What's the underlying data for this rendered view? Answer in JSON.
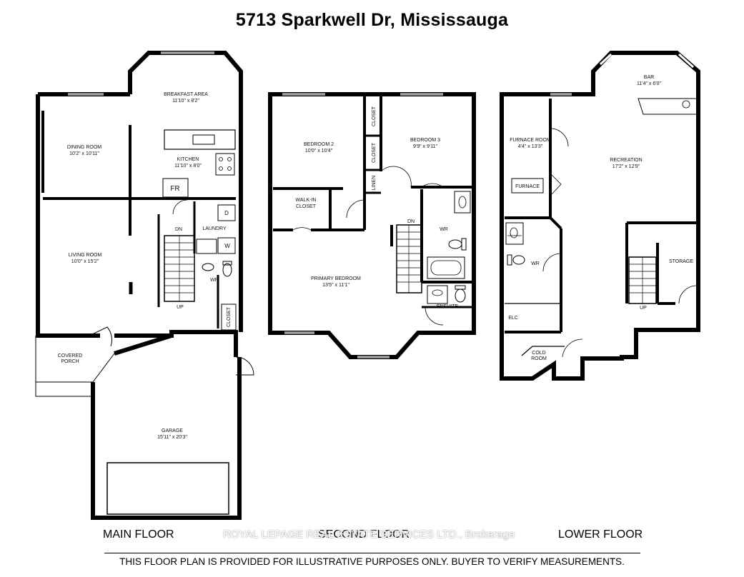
{
  "title": "5713 Sparkwell Dr, Mississauga",
  "main_floor": {
    "label": "MAIN FLOOR",
    "breakfast_name": "BREAKFAST AREA",
    "breakfast_dim": "11'10\" x 8'2\"",
    "dining_name": "DINING ROOM",
    "dining_dim": "10'2\" x 10'11\"",
    "kitchen_name": "KITCHEN",
    "kitchen_dim": "11'10\" x 8'0\"",
    "fridge": "FR",
    "laundry": "LAUNDRY",
    "dryer": "D",
    "washer": "W",
    "dn": "DN",
    "up": "UP",
    "living_name": "LIVING ROOM",
    "living_dim": "10'0\" x 15'2\"",
    "wr": "WR",
    "closet": "CLOSET",
    "porch_line1": "COVERED",
    "porch_line2": "PORCH",
    "garage_name": "GARAGE",
    "garage_dim": "15'11\" x 20'3\""
  },
  "second_floor": {
    "label": "SECOND FLOOR",
    "bed2_name": "BEDROOM 2",
    "bed2_dim": "10'0\" x 10'4\"",
    "bed3_name": "BEDROOM 3",
    "bed3_dim": "9'9\" x 9'11\"",
    "closet": "CLOSET",
    "linen": "LINEN",
    "walkin_line1": "WALK-IN",
    "walkin_line2": "CLOSET",
    "dn": "DN",
    "wr": "WR",
    "ensuite": "ENSUITE",
    "primary_name": "PRIMARY BEDROOM",
    "primary_dim": "13'5\" x 11'1\""
  },
  "lower_floor": {
    "label": "LOWER FLOOR",
    "bar_name": "BAR",
    "bar_dim": "11'4\" x 6'0\"",
    "furnace_room_name": "FURNACE ROOM",
    "furnace_room_dim": "4'4\" x 13'3\"",
    "furnace": "FURNACE",
    "recreation_name": "RECREATION",
    "recreation_dim": "17'2\" x 12'9\"",
    "wr": "WR",
    "storage": "STORAGE",
    "up": "UP",
    "elc": "ELC",
    "cold_line1": "COLD",
    "cold_line2": "ROOM"
  },
  "watermark": "ROYAL LEPAGE REAL ESTATE SERVICES LTD., Brokerage",
  "disclaimer": "THIS FLOOR PLAN IS PROVIDED FOR ILLUSTRATIVE PURPOSES ONLY. BUYER TO VERIFY MEASUREMENTS."
}
